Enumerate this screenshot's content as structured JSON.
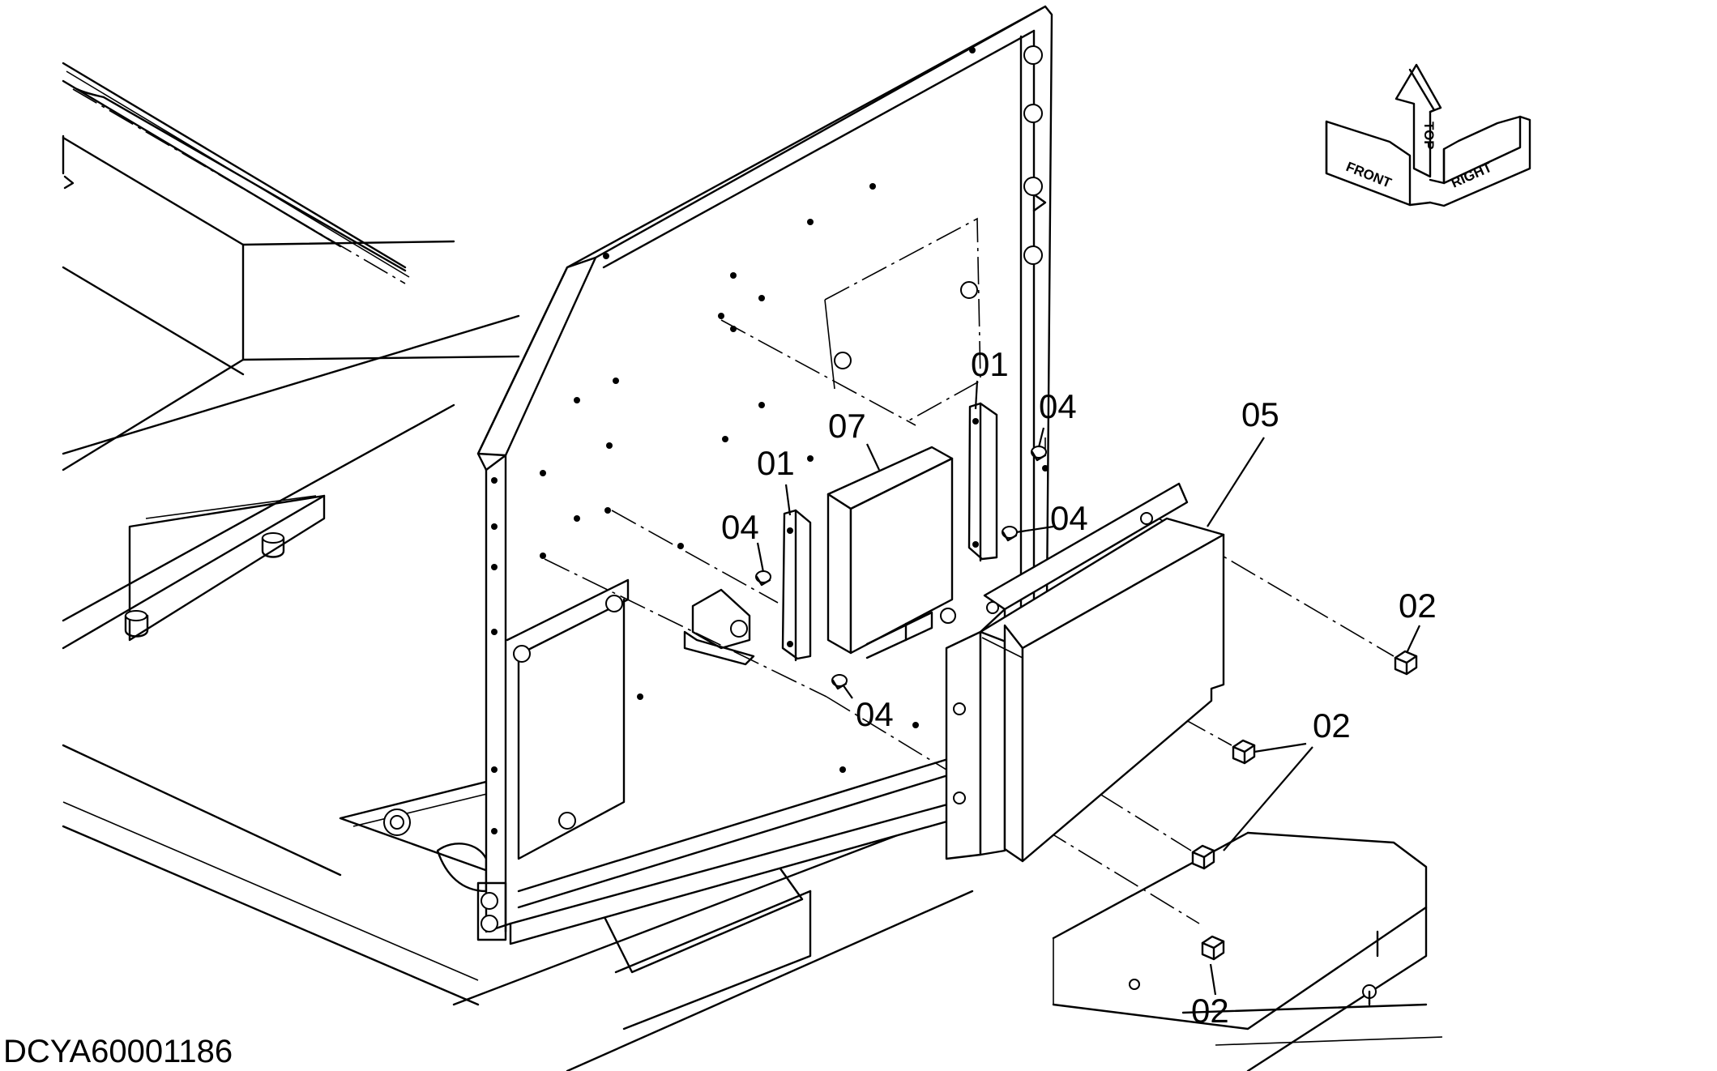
{
  "drawing_id": "DCYA60001186",
  "callouts": {
    "c01a": "01",
    "c01b": "01",
    "c02a": "02",
    "c02b": "02",
    "c02c": "02",
    "c04a": "04",
    "c04b": "04",
    "c04c": "04",
    "c05": "05",
    "c07": "07"
  },
  "orientation": {
    "top": "TOP",
    "front": "FRONT",
    "right": "RIGHT"
  }
}
